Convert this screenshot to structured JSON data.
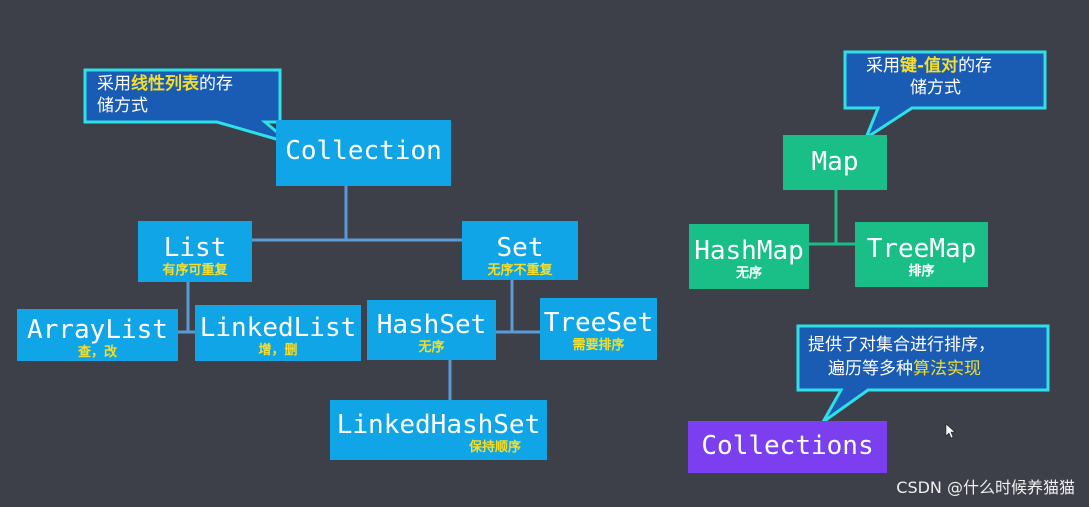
{
  "callouts": {
    "collection": {
      "prefix": "采用",
      "highlight": "线性列表",
      "suffix": "的存",
      "line2": "储方式"
    },
    "map": {
      "prefix": "采用",
      "highlight": "键-值对",
      "suffix": "的存",
      "line2": "储方式"
    },
    "collections": {
      "line1": "提供了对集合进行排序，",
      "line2_prefix": "遍历等多种",
      "highlight": "算法实现"
    }
  },
  "nodes": {
    "collection": {
      "label": "Collection"
    },
    "list": {
      "label": "List",
      "sub": "有序可重复"
    },
    "set": {
      "label": "Set",
      "sub": "无序不重复"
    },
    "arraylist": {
      "label": "ArrayList",
      "sub": "查，改"
    },
    "linkedlist": {
      "label": "LinkedList",
      "sub": "增，删"
    },
    "hashset": {
      "label": "HashSet",
      "sub": "无序"
    },
    "treeset": {
      "label": "TreeSet",
      "sub": "需要排序"
    },
    "linkedhashset": {
      "label": "LinkedHashSet",
      "sub": "保持顺序"
    },
    "map": {
      "label": "Map"
    },
    "hashmap": {
      "label": "HashMap",
      "sub": "无序"
    },
    "treemap": {
      "label": "TreeMap",
      "sub": "排序"
    },
    "collections": {
      "label": "Collections"
    }
  },
  "watermark": "CSDN @什么时候养猫猫",
  "colors": {
    "background": "#3d3f49",
    "node_blue": "#0fa5e6",
    "node_green": "#19bf86",
    "node_purple": "#7b3ff0",
    "callout_fill": "#1a5bb3",
    "callout_border": "#2ee0e8",
    "highlight": "#f5dd2a",
    "connector": "#5b9bd5"
  }
}
